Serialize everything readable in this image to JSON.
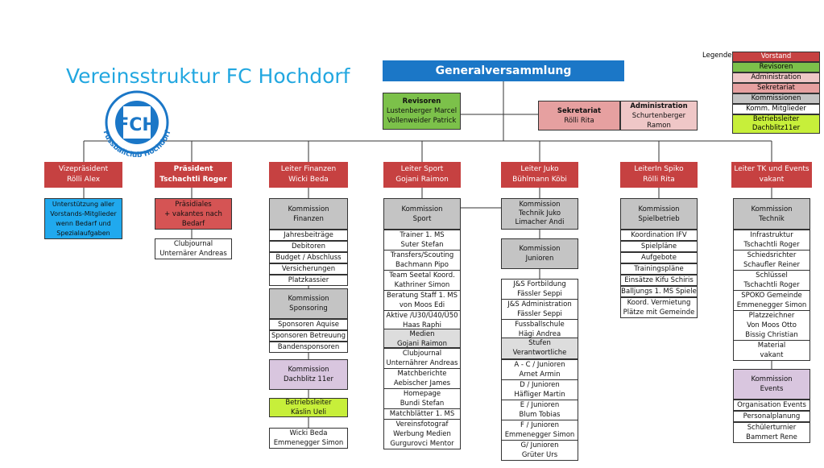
{
  "title": "Vereinsstruktur FC Hochdorf",
  "logo": {
    "ring_text": "Fussballclub Hochdorf",
    "letters": "FCH"
  },
  "generalversammlung": "Generalversammlung",
  "revisoren": {
    "title": "Revisoren",
    "lines": [
      "Lustenberger Marcel",
      "Vollenweider Patrick"
    ]
  },
  "sekretariat": {
    "title": "Sekretariat",
    "name": "Rölli Rita"
  },
  "administration": {
    "title": "Administration",
    "lines": [
      "Schurtenberger",
      "Ramon"
    ]
  },
  "legend": {
    "label": "Legende",
    "items": [
      "Vorstand",
      "Revisoren",
      "Administration",
      "Sekretariat",
      "Kommissionen",
      "Komm. Mitglieder",
      "Betriebsleiter Dachblitz11er"
    ]
  },
  "columns": {
    "vize": {
      "role": "Vizepräsident",
      "name": "Rölli Alex",
      "box": [
        "Unterstützung aller",
        "Vorstands-Mitglieder",
        "wenn Bedarf und",
        "Spezialaufgaben"
      ]
    },
    "praes": {
      "role": "Präsident",
      "name": "Tschachtli Roger",
      "box": [
        "Präsidiales",
        "+ vakantes nach",
        "Bedarf"
      ],
      "items": [
        "Clubjournal",
        "Unternärer Andreas"
      ]
    },
    "finanzen": {
      "role": "Leiter Finanzen",
      "name": "Wicki Beda",
      "komm1": [
        "Kommission",
        "Finanzen"
      ],
      "list1": [
        "Jahresbeiträge",
        "Debitoren",
        "Budget / Abschluss",
        "Versicherungen",
        "Platzkassier"
      ],
      "komm2": [
        "Kommission",
        "Sponsoring"
      ],
      "list2": [
        "Sponsoren Aquise",
        "Sponsoren Betreuung",
        "Bandensponsoren"
      ],
      "komm3": [
        "Kommission",
        "Dachblitz 11er"
      ],
      "betriebsleiter": [
        "Betriebsleiter",
        "Käslin Ueli"
      ],
      "list3": [
        "Wicki Beda",
        "Emmenegger Simon"
      ]
    },
    "sport": {
      "role": "Leiter Sport",
      "name": "Gojani Raimon",
      "komm": [
        "Kommission",
        "Sport"
      ],
      "list": [
        "Trainer 1. MS",
        "Suter Stefan",
        "Transfers/Scouting",
        "Bachmann Pipo",
        "Team Seetal Koord.",
        "Kathriner Simon",
        "Beratung Staff 1. MS",
        "von Moos Edi",
        "Aktive /U30/Ü40/Ü50",
        "Haas Raphi"
      ],
      "medien": [
        "Medien",
        "Gojani Raimon"
      ],
      "list2": [
        "Clubjournal",
        "Unternährer Andreas",
        "Matchberichte",
        "Aebischer James",
        "Homepage",
        "Bundi Stefan",
        "Matchblätter 1. MS",
        "Vereinsfotograf",
        "Werbung Medien",
        "Gurgurovci Mentor"
      ]
    },
    "juko": {
      "role": "Leiter Juko",
      "name": "Bühlmann Köbi",
      "komm1": [
        "Kommission",
        "Technik Juko",
        "Limacher Andi"
      ],
      "komm2": [
        "Kommission",
        "Junioren"
      ],
      "list": [
        "J&S Fortbildung",
        "Fässler Seppi",
        "J&S Administration",
        "Fässler Seppi",
        "Fussballschule",
        "Hägi Andrea"
      ],
      "stufen": [
        "Stufen",
        "Verantwortliche"
      ],
      "list2": [
        "A - C / Junioren",
        "Arnet Armin",
        "D / Junioren",
        "Häfliger Martin",
        "E / Junioren",
        "Blum Tobias",
        "F / Junioren",
        "Emmenegger Simon",
        "G/ Junioren",
        "Grüter Urs"
      ]
    },
    "spiko": {
      "role": "LeiterIn Spiko",
      "name": "Rölli Rita",
      "komm": [
        "Kommission",
        "Spielbetrieb"
      ],
      "list": [
        "Koordination IFV",
        "Spielpläne",
        "Aufgebote",
        "Trainingspläne",
        "Einsätze Kifu Schiris",
        "Balljungs 1. MS Spiele",
        "Koord. Vermietung",
        "Plätze mit Gemeinde"
      ]
    },
    "tk": {
      "role": "Leiter TK und Events",
      "name": "vakant",
      "komm": [
        "Kommission",
        "Technik"
      ],
      "list": [
        "Infrastruktur",
        "Tschachtli Roger",
        "Schiedsrichter",
        "Schaufler Reiner",
        "Schlüssel",
        "Tschachtli Roger",
        "SPOKO Gemeinde",
        "Emmenegger Simon",
        "Platzzeichner",
        "Von Moos Otto",
        "Bissig Christian",
        "Material",
        "vakant"
      ],
      "komm2": [
        "Kommission",
        "Events"
      ],
      "list2": [
        "Organisation Events",
        "Personalplanung",
        "Schülerturnier",
        "Bammert Rene"
      ]
    }
  },
  "colors": {
    "vorstand": "#c64141",
    "revisoren": "#7cc14a",
    "administration": "#e6a0a0",
    "sekretariat": "#d55454",
    "kommissionen": "#c4c4c4",
    "events": "#d9c6df",
    "betriebsleiter": "#c7ef3a",
    "gv": "#1b77c7",
    "title": "#22a7e0"
  }
}
